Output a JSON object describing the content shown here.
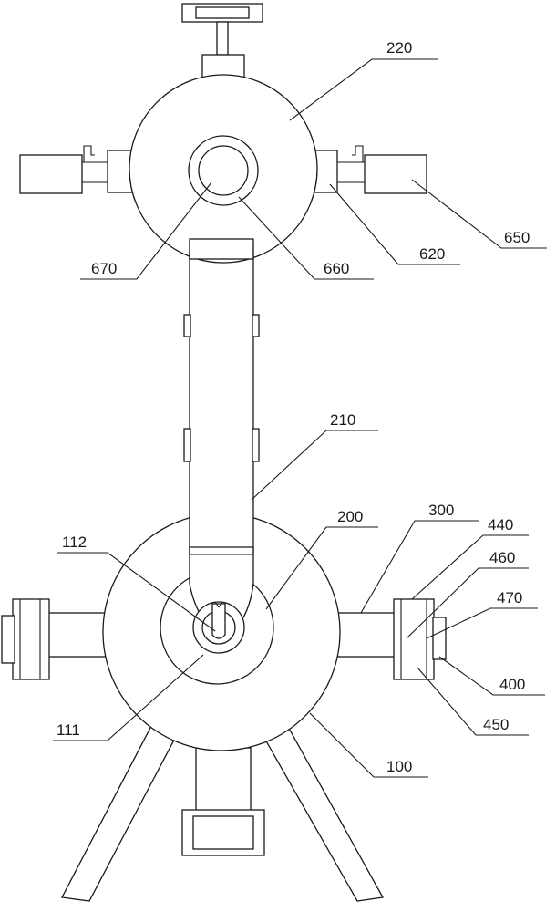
{
  "labels": {
    "l220": "220",
    "l650": "650",
    "l620": "620",
    "l670": "670",
    "l660": "660",
    "l210": "210",
    "l200": "200",
    "l300": "300",
    "l440": "440",
    "l460": "460",
    "l470": "470",
    "l112": "112",
    "l400": "400",
    "l450": "450",
    "l111": "111",
    "l100": "100"
  }
}
